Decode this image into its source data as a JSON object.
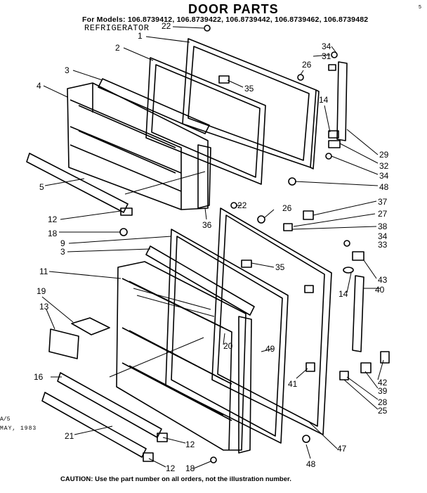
{
  "title": "DOOR PARTS",
  "models": "For Models: 106.8739412, 106.8739422, 106.8739442, 106.8739462, 106.8739482",
  "subtitle": "REFRIGERATOR",
  "edge_mark": "5",
  "footer_code": "A/5",
  "footer_date": "MAY, 1983",
  "caution": "CAUTION: Use the part number on all orders, not the illustration number.",
  "callouts": [
    "1",
    "2",
    "3",
    "4",
    "5",
    "12",
    "18",
    "22",
    "35",
    "34",
    "31",
    "26",
    "14",
    "29",
    "32",
    "34",
    "48",
    "36",
    "22",
    "26",
    "37",
    "27",
    "38",
    "34",
    "33",
    "9",
    "3",
    "11",
    "35",
    "43",
    "14",
    "40",
    "19",
    "13",
    "20",
    "49",
    "42",
    "39",
    "41",
    "16",
    "28",
    "25",
    "21",
    "12",
    "47",
    "12",
    "18",
    "48"
  ]
}
